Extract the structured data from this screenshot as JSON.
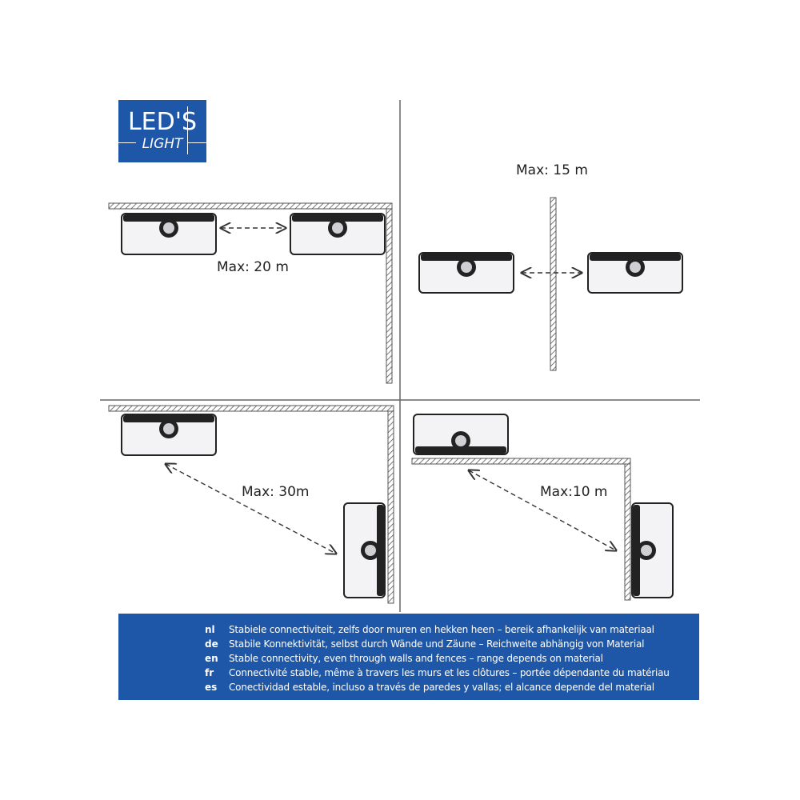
{
  "logo": {
    "line1": "LED'S",
    "line2": "LIGHT",
    "background": "#1f57a8"
  },
  "panels": {
    "top_left": {
      "label": "Max: 20 m"
    },
    "top_right": {
      "label": "Max: 15 m"
    },
    "bottom_left": {
      "label": "Max: 30m"
    },
    "bottom_right": {
      "label": "Max:10 m"
    }
  },
  "languages": [
    {
      "code": "nl",
      "text": "Stabiele connectiviteit, zelfs door muren en hekken heen – bereik afhankelijk van materiaal"
    },
    {
      "code": "de",
      "text": "Stabile Konnektivität, selbst durch Wände und Zäune – Reichweite abhängig von Material"
    },
    {
      "code": "en",
      "text": "Stable connectivity, even through walls and fences – range depends on material"
    },
    {
      "code": "fr",
      "text": "Connectivité stable, même à travers les murs et les clôtures – portée dépendante du matériau"
    },
    {
      "code": "es",
      "text": "Conectividad estable, incluso a través de paredes y vallas; el alcance depende del material"
    }
  ],
  "colors": {
    "brand_blue": "#1f57a8",
    "line": "#555555",
    "lamp_body": "#f3f3f5",
    "lamp_dark": "#222222"
  }
}
